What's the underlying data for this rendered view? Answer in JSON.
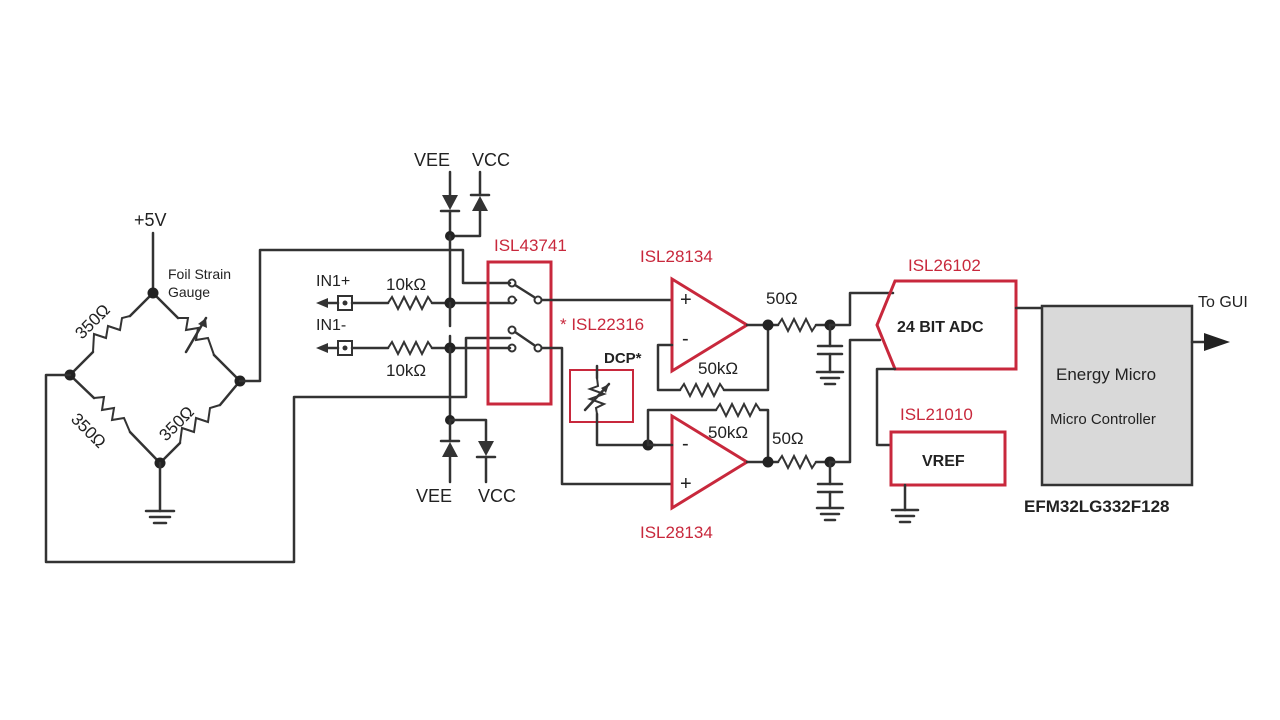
{
  "colors": {
    "wire": "#333333",
    "ic_outline": "#c8283c",
    "ic_label": "#c8283c",
    "mcu_fill": "#d9d9d9",
    "text": "#222222"
  },
  "bridge": {
    "supply": "+5V",
    "gauge_label_1": "Foil Strain",
    "gauge_label_2": "Gauge",
    "r_top_left": "350Ω",
    "r_bottom_left": "350Ω",
    "r_bottom_right": "350Ω"
  },
  "inputs": {
    "in1_plus": "IN1+",
    "in1_minus": "IN1-",
    "r_top": "10kΩ",
    "r_bottom": "10kΩ"
  },
  "protection": {
    "vee_top": "VEE",
    "vcc_top": "VCC",
    "vee_bottom": "VEE",
    "vcc_bottom": "VCC"
  },
  "chips": {
    "switch": "ISL43741",
    "amp_top": "ISL28134",
    "amp_bottom": "ISL28134",
    "dcp_part": "* ISL22316",
    "dcp_label": "DCP*",
    "adc_part": "ISL26102",
    "adc_label": "24 BIT ADC",
    "vref_part": "ISL21010",
    "vref_label": "VREF"
  },
  "amp_signs": {
    "top_plus": "+",
    "top_minus": "-",
    "bottom_minus": "-",
    "bottom_plus": "+"
  },
  "passives": {
    "r_out_top": "50Ω",
    "r_fb_top": "50kΩ",
    "r_fb_bottom": "50kΩ",
    "r_out_bottom": "50Ω"
  },
  "mcu": {
    "line1": "Energy Micro",
    "line2": "Micro Controller",
    "part": "EFM32LG332F128",
    "output": "To GUI"
  }
}
